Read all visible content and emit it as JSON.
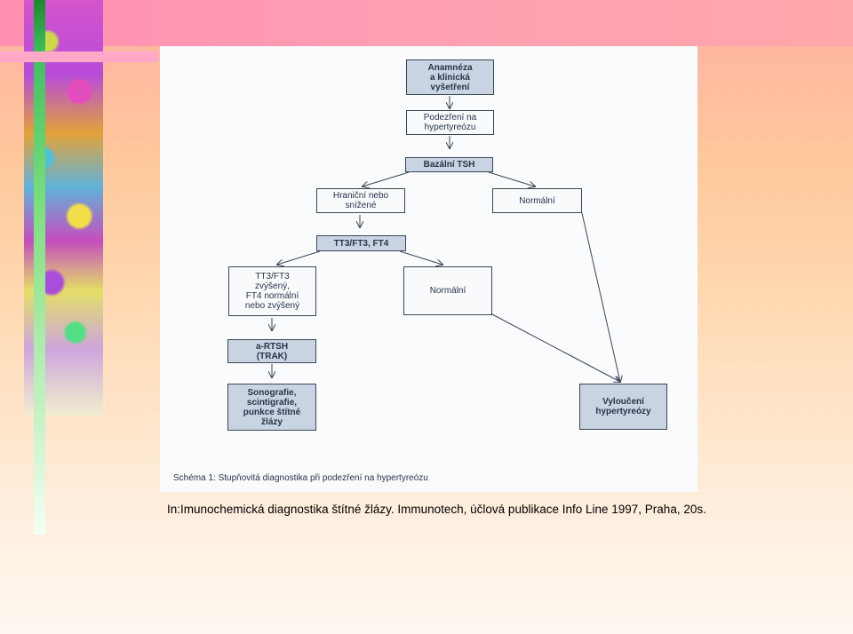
{
  "nodes": {
    "anamneza": "Anamnéza\na klinická\nvyšetření",
    "podezreni": "Podezření na\nhypertyreózu",
    "bazalni": "Bazální TSH",
    "hranicni": "Hraniční nebo\nsnížené",
    "normalni1": "Normální",
    "tt3": "TT3/FT3, FT4",
    "zvyseny": "TT3/FT3\nzvýšený,\nFT4 normální\nnebo zvýšený",
    "normalni2": "Normální",
    "artsh": "a-RTSH\n(TRAK)",
    "sonografie": "Sonografie,\nscintigrafie,\npunkce štítné\nžlázy",
    "vylouceni": "Vyloučení\nhypertyreózy"
  },
  "caption": "Schéma 1: Stupňovitá diagnostika při podezření na hypertyreózu",
  "credit": "In:Imunochemická diagnostika štítné žlázy. Immunotech, účlová publikace Info Line 1997, Praha, 20s."
}
